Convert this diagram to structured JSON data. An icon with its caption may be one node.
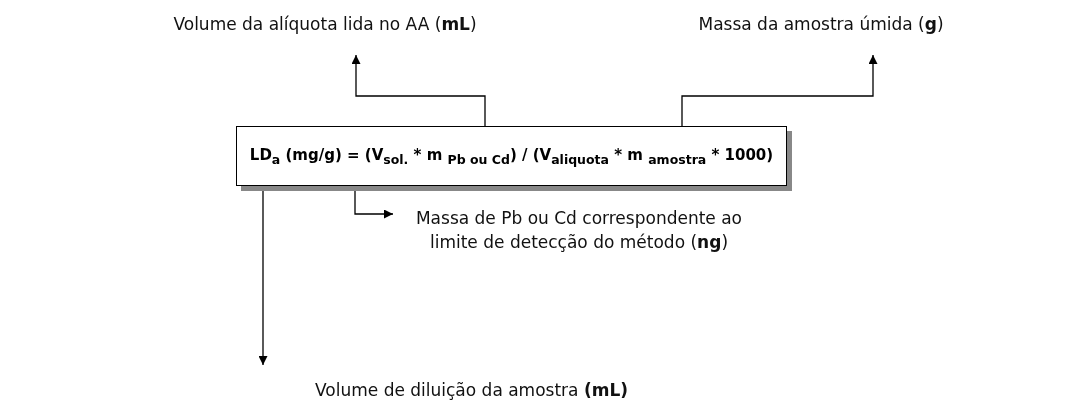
{
  "diagram": {
    "nodes": [
      {
        "text": [
          "LD$_{a}$ (mg/g) = (V$_{sol.}$ * m $_{Pb ou Cd}$) / (V$_{aliquota}$ * m $_{amostra}$ * 1000)"
        ]
      },
      {
        "text": [
          "Volume da alíquota lida no AA (**mL**)"
        ]
      },
      {
        "text": [
          "Massa da amostra úmida (**g**)"
        ]
      },
      {
        "text": [
          "Massa de Pb ou Cd correspondente ao limite de detecção do método (**ng**)"
        ]
      },
      {
        "text": [
          "Volume de diluição da amostra **(mL)**"
        ]
      }
    ],
    "edges": [
      {
        "from": 0,
        "to": 1,
        "arrow": "to"
      },
      {
        "from": 0,
        "to": 2,
        "arrow": "to"
      },
      {
        "from": 0,
        "to": 3,
        "arrow": "to"
      },
      {
        "from": 0,
        "to": 4,
        "arrow": "to"
      }
    ]
  }
}
